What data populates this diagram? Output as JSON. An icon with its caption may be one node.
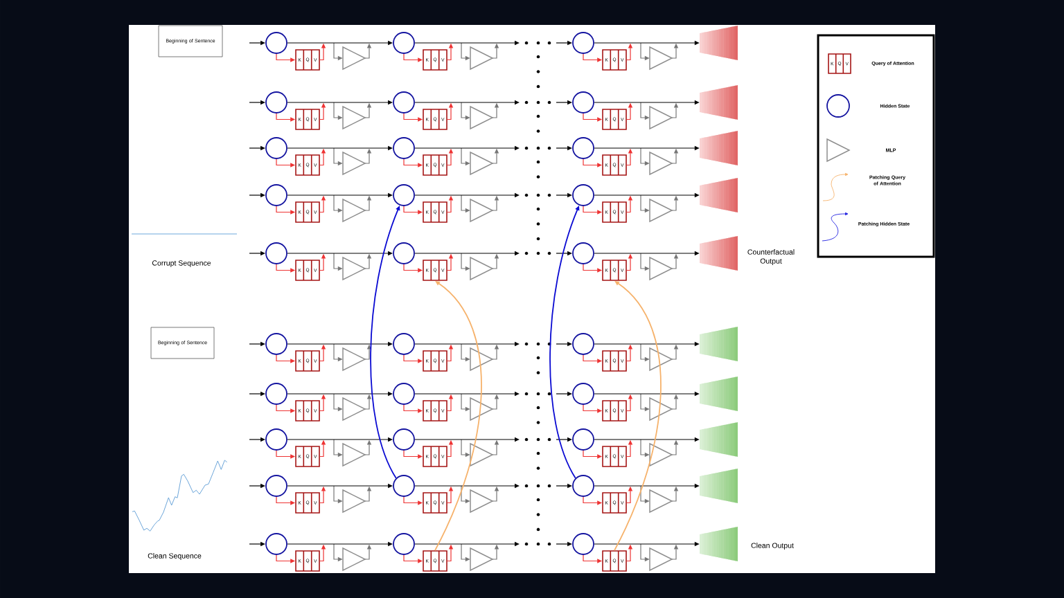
{
  "diagram": {
    "nodes": [
      {
        "text": [
          "Beginning of Sentence"
        ]
      },
      {
        "text": [],
        "shape": "circle"
      },
      {
        "text": [
          "K",
          "Q",
          "V"
        ]
      },
      {
        "text": [],
        "shape": "triangle"
      },
      {
        "text": [],
        "shape": "circle"
      },
      {
        "text": [
          "K",
          "Q",
          "V"
        ]
      },
      {
        "text": [],
        "shape": "triangle"
      },
      {
        "text": [],
        "shape": "circle"
      },
      {
        "text": [
          "K",
          "Q",
          "V"
        ]
      },
      {
        "text": [],
        "shape": "triangle"
      },
      {
        "text": [],
        "shape": "trapezoid"
      },
      {
        "text": [],
        "shape": "circle"
      },
      {
        "text": [
          "K",
          "Q",
          "V"
        ]
      },
      {
        "text": [],
        "shape": "triangle"
      },
      {
        "text": [],
        "shape": "circle"
      },
      {
        "text": [
          "K",
          "Q",
          "V"
        ]
      },
      {
        "text": [],
        "shape": "triangle"
      },
      {
        "text": [],
        "shape": "circle"
      },
      {
        "text": [
          "K",
          "Q",
          "V"
        ]
      },
      {
        "text": [],
        "shape": "triangle"
      },
      {
        "text": [],
        "shape": "trapezoid"
      },
      {
        "text": [],
        "shape": "circle"
      },
      {
        "text": [
          "K",
          "Q",
          "V"
        ]
      },
      {
        "text": [],
        "shape": "triangle"
      },
      {
        "text": [],
        "shape": "circle"
      },
      {
        "text": [
          "K",
          "Q",
          "V"
        ]
      },
      {
        "text": [],
        "shape": "triangle"
      },
      {
        "text": [],
        "shape": "circle"
      },
      {
        "text": [
          "K",
          "Q",
          "V"
        ]
      },
      {
        "text": [],
        "shape": "triangle"
      },
      {
        "text": [],
        "shape": "trapezoid"
      },
      {
        "text": [],
        "shape": "circle"
      },
      {
        "text": [
          "K",
          "Q",
          "V"
        ]
      },
      {
        "text": [],
        "shape": "triangle"
      },
      {
        "text": [],
        "shape": "circle"
      },
      {
        "text": [
          "K",
          "Q",
          "V"
        ]
      },
      {
        "text": [],
        "shape": "triangle"
      },
      {
        "text": [],
        "shape": "circle"
      },
      {
        "text": [
          "K",
          "Q",
          "V"
        ]
      },
      {
        "text": [],
        "shape": "triangle"
      },
      {
        "text": [],
        "shape": "trapezoid"
      },
      {
        "text": [],
        "shape": "circle"
      },
      {
        "text": [
          "K",
          "Q",
          "V"
        ]
      },
      {
        "text": [],
        "shape": "triangle"
      },
      {
        "text": [],
        "shape": "circle"
      },
      {
        "text": [
          "K",
          "Q",
          "V"
        ]
      },
      {
        "text": [],
        "shape": "triangle"
      },
      {
        "text": [],
        "shape": "circle"
      },
      {
        "text": [
          "K",
          "Q",
          "V"
        ]
      },
      {
        "text": [],
        "shape": "triangle"
      },
      {
        "text": [],
        "shape": "trapezoid"
      },
      {
        "text": [
          "Beginning of Sentence"
        ]
      },
      {
        "text": [],
        "shape": "circle"
      },
      {
        "text": [
          "K",
          "Q",
          "V"
        ]
      },
      {
        "text": [],
        "shape": "triangle"
      },
      {
        "text": [],
        "shape": "circle"
      },
      {
        "text": [
          "K",
          "Q",
          "V"
        ]
      },
      {
        "text": [],
        "shape": "triangle"
      },
      {
        "text": [],
        "shape": "circle"
      },
      {
        "text": [
          "K",
          "Q",
          "V"
        ]
      },
      {
        "text": [],
        "shape": "triangle"
      },
      {
        "text": [],
        "shape": "trapezoid"
      },
      {
        "text": [],
        "shape": "circle"
      },
      {
        "text": [
          "K",
          "Q",
          "V"
        ]
      },
      {
        "text": [],
        "shape": "triangle"
      },
      {
        "text": [],
        "shape": "circle"
      },
      {
        "text": [
          "K",
          "Q",
          "V"
        ]
      },
      {
        "text": [],
        "shape": "triangle"
      },
      {
        "text": [],
        "shape": "circle"
      },
      {
        "text": [
          "K",
          "Q",
          "V"
        ]
      },
      {
        "text": [],
        "shape": "triangle"
      },
      {
        "text": [],
        "shape": "trapezoid"
      },
      {
        "text": [],
        "shape": "circle"
      },
      {
        "text": [
          "K",
          "Q",
          "V"
        ]
      },
      {
        "text": [],
        "shape": "triangle"
      },
      {
        "text": [],
        "shape": "circle"
      },
      {
        "text": [
          "K",
          "Q",
          "V"
        ]
      },
      {
        "text": [],
        "shape": "triangle"
      },
      {
        "text": [],
        "shape": "circle"
      },
      {
        "text": [
          "K",
          "Q",
          "V"
        ]
      },
      {
        "text": [],
        "shape": "triangle"
      },
      {
        "text": [],
        "shape": "trapezoid"
      },
      {
        "text": [],
        "shape": "circle"
      },
      {
        "text": [
          "K",
          "Q",
          "V"
        ]
      },
      {
        "text": [],
        "shape": "triangle"
      },
      {
        "text": [],
        "shape": "circle"
      },
      {
        "text": [
          "K",
          "Q",
          "V"
        ]
      },
      {
        "text": [],
        "shape": "triangle"
      },
      {
        "text": [],
        "shape": "circle"
      },
      {
        "text": [
          "K",
          "Q",
          "V"
        ]
      },
      {
        "text": [],
        "shape": "triangle"
      },
      {
        "text": [],
        "shape": "trapezoid"
      },
      {
        "text": [],
        "shape": "circle"
      },
      {
        "text": [
          "K",
          "Q",
          "V"
        ]
      },
      {
        "text": [],
        "shape": "triangle"
      },
      {
        "text": [],
        "shape": "circle"
      },
      {
        "text": [
          "K",
          "Q",
          "V"
        ]
      },
      {
        "text": [],
        "shape": "triangle"
      },
      {
        "text": [],
        "shape": "circle"
      },
      {
        "text": [
          "K",
          "Q",
          "V"
        ]
      },
      {
        "text": [],
        "shape": "triangle"
      },
      {
        "text": [],
        "shape": "trapezoid"
      }
    ],
    "edges": [
      {
        "from": null,
        "to": 1,
        "arrow": "to",
        "color": "#000000"
      },
      {
        "from": 1,
        "to": 2,
        "arrow": "to",
        "color": "#ee3333"
      },
      {
        "from": 2,
        "to": null,
        "arrow": "to",
        "color": "#ee3333"
      },
      {
        "from": null,
        "to": 3,
        "arrow": "to",
        "color": "#777777"
      },
      {
        "from": 3,
        "to": null,
        "arrow": "to",
        "color": "#777777"
      },
      {
        "from": 1,
        "to": 4,
        "arrow": "to",
        "color": "#000000"
      },
      {
        "from": 4,
        "to": 5,
        "arrow": "to",
        "color": "#ee3333"
      },
      {
        "from": 5,
        "to": null,
        "arrow": "to",
        "color": "#ee3333"
      },
      {
        "from": null,
        "to": 6,
        "arrow": "to",
        "color": "#777777"
      },
      {
        "from": 6,
        "to": null,
        "arrow": "to",
        "color": "#777777"
      },
      {
        "from": 4,
        "to": null,
        "arrow": "to",
        "color": "#000000"
      },
      {
        "from": null,
        "to": 7,
        "arrow": "to",
        "color": "#000000"
      },
      {
        "from": 7,
        "to": 8,
        "arrow": "to",
        "color": "#ee3333"
      },
      {
        "from": 8,
        "to": null,
        "arrow": "to",
        "color": "#ee3333"
      },
      {
        "from": null,
        "to": 9,
        "arrow": "to",
        "color": "#777777"
      },
      {
        "from": 9,
        "to": null,
        "arrow": "to",
        "color": "#777777"
      },
      {
        "from": 7,
        "to": 10,
        "arrow": "to",
        "color": "#000000"
      },
      {
        "from": null,
        "to": 11,
        "arrow": "to",
        "color": "#000000"
      },
      {
        "from": 11,
        "to": 12,
        "arrow": "to",
        "color": "#ee3333"
      },
      {
        "from": 12,
        "to": null,
        "arrow": "to",
        "color": "#ee3333"
      },
      {
        "from": null,
        "to": 13,
        "arrow": "to",
        "color": "#777777"
      },
      {
        "from": 13,
        "to": null,
        "arrow": "to",
        "color": "#777777"
      },
      {
        "from": 11,
        "to": 14,
        "arrow": "to",
        "color": "#000000"
      },
      {
        "from": 14,
        "to": 15,
        "arrow": "to",
        "color": "#ee3333"
      },
      {
        "from": 15,
        "to": null,
        "arrow": "to",
        "color": "#ee3333"
      },
      {
        "from": null,
        "to": 16,
        "arrow": "to",
        "color": "#777777"
      },
      {
        "from": 16,
        "to": null,
        "arrow": "to",
        "color": "#777777"
      },
      {
        "from": 14,
        "to": null,
        "arrow": "to",
        "color": "#000000"
      },
      {
        "from": null,
        "to": 17,
        "arrow": "to",
        "color": "#000000"
      },
      {
        "from": 17,
        "to": 18,
        "arrow": "to",
        "color": "#ee3333"
      },
      {
        "from": 18,
        "to": null,
        "arrow": "to",
        "color": "#ee3333"
      },
      {
        "from": null,
        "to": 19,
        "arrow": "to",
        "color": "#777777"
      },
      {
        "from": 19,
        "to": null,
        "arrow": "to",
        "color": "#777777"
      },
      {
        "from": 17,
        "to": 20,
        "arrow": "to",
        "color": "#000000"
      },
      {
        "from": null,
        "to": 21,
        "arrow": "to",
        "color": "#000000"
      },
      {
        "from": 21,
        "to": 22,
        "arrow": "to",
        "color": "#ee3333"
      },
      {
        "from": 22,
        "to": null,
        "arrow": "to",
        "color": "#ee3333"
      },
      {
        "from": null,
        "to": 23,
        "arrow": "to",
        "color": "#777777"
      },
      {
        "from": 23,
        "to": null,
        "arrow": "to",
        "color": "#777777"
      },
      {
        "from": 21,
        "to": 24,
        "arrow": "to",
        "color": "#000000"
      },
      {
        "from": 24,
        "to": 25,
        "arrow": "to",
        "color": "#ee3333"
      },
      {
        "from": 25,
        "to": null,
        "arrow": "to",
        "color": "#ee3333"
      },
      {
        "from": null,
        "to": 26,
        "arrow": "to",
        "color": "#777777"
      },
      {
        "from": 26,
        "to": null,
        "arrow": "to",
        "color": "#777777"
      },
      {
        "from": 24,
        "to": null,
        "arrow": "to",
        "color": "#000000"
      },
      {
        "from": null,
        "to": 27,
        "arrow": "to",
        "color": "#000000"
      },
      {
        "from": 27,
        "to": 28,
        "arrow": "to",
        "color": "#ee3333"
      },
      {
        "from": 28,
        "to": null,
        "arrow": "to",
        "color": "#ee3333"
      },
      {
        "from": null,
        "to": 29,
        "arrow": "to",
        "color": "#777777"
      },
      {
        "from": 29,
        "to": null,
        "arrow": "to",
        "color": "#777777"
      },
      {
        "from": 27,
        "to": 30,
        "arrow": "to",
        "color": "#000000"
      },
      {
        "from": null,
        "to": 31,
        "arrow": "to",
        "color": "#000000"
      },
      {
        "from": 31,
        "to": 32,
        "arrow": "to",
        "color": "#ee3333"
      },
      {
        "from": 32,
        "to": null,
        "arrow": "to",
        "color": "#ee3333"
      },
      {
        "from": null,
        "to": 33,
        "arrow": "to",
        "color": "#777777"
      },
      {
        "from": 33,
        "to": null,
        "arrow": "to",
        "color": "#777777"
      },
      {
        "from": 31,
        "to": 34,
        "arrow": "to",
        "color": "#000000"
      },
      {
        "from": 34,
        "to": 35,
        "arrow": "to",
        "color": "#ee3333"
      },
      {
        "from": 35,
        "to": null,
        "arrow": "to",
        "color": "#ee3333"
      },
      {
        "from": null,
        "to": 36,
        "arrow": "to",
        "color": "#777777"
      },
      {
        "from": 36,
        "to": null,
        "arrow": "to",
        "color": "#777777"
      },
      {
        "from": 34,
        "to": null,
        "arrow": "to",
        "color": "#000000"
      },
      {
        "from": null,
        "to": 37,
        "arrow": "to",
        "color": "#000000"
      },
      {
        "from": 37,
        "to": 38,
        "arrow": "to",
        "color": "#ee3333"
      },
      {
        "from": 38,
        "to": null,
        "arrow": "to",
        "color": "#ee3333"
      },
      {
        "from": null,
        "to": 39,
        "arrow": "to",
        "color": "#777777"
      },
      {
        "from": 39,
        "to": null,
        "arrow": "to",
        "color": "#777777"
      },
      {
        "from": 37,
        "to": 40,
        "arrow": "to",
        "color": "#000000"
      },
      {
        "from": null,
        "to": 41,
        "arrow": "to",
        "color": "#000000"
      },
      {
        "from": 41,
        "to": 42,
        "arrow": "to",
        "color": "#ee3333"
      },
      {
        "from": 42,
        "to": null,
        "arrow": "to",
        "color": "#ee3333"
      },
      {
        "from": null,
        "to": 43,
        "arrow": "to",
        "color": "#777777"
      },
      {
        "from": 43,
        "to": null,
        "arrow": "to",
        "color": "#777777"
      },
      {
        "from": 41,
        "to": 44,
        "arrow": "to",
        "color": "#000000"
      },
      {
        "from": 44,
        "to": 45,
        "arrow": "to",
        "color": "#ee3333"
      },
      {
        "from": 45,
        "to": null,
        "arrow": "to",
        "color": "#ee3333"
      },
      {
        "from": null,
        "to": 46,
        "arrow": "to",
        "color": "#777777"
      },
      {
        "from": 46,
        "to": null,
        "arrow": "to",
        "color": "#777777"
      },
      {
        "from": 44,
        "to": null,
        "arrow": "to",
        "color": "#000000"
      },
      {
        "from": null,
        "to": 47,
        "arrow": "to",
        "color": "#000000"
      },
      {
        "from": 47,
        "to": 48,
        "arrow": "to",
        "color": "#ee3333"
      },
      {
        "from": 48,
        "to": null,
        "arrow": "to",
        "color": "#ee3333"
      },
      {
        "from": null,
        "to": 49,
        "arrow": "to",
        "color": "#777777"
      },
      {
        "from": 49,
        "to": null,
        "arrow": "to",
        "color": "#777777"
      },
      {
        "from": 47,
        "to": 50,
        "arrow": "to",
        "color": "#000000"
      },
      {
        "from": null,
        "to": 52,
        "arrow": "to",
        "color": "#000000"
      },
      {
        "from": 52,
        "to": 53,
        "arrow": "to",
        "color": "#ee3333"
      },
      {
        "from": 53,
        "to": null,
        "arrow": "to",
        "color": "#ee3333"
      },
      {
        "from": null,
        "to": 54,
        "arrow": "to",
        "color": "#777777"
      },
      {
        "from": 54,
        "to": null,
        "arrow": "to",
        "color": "#777777"
      },
      {
        "from": 52,
        "to": 55,
        "arrow": "to",
        "color": "#000000"
      },
      {
        "from": 55,
        "to": 56,
        "arrow": "to",
        "color": "#ee3333"
      },
      {
        "from": 56,
        "to": null,
        "arrow": "to",
        "color": "#ee3333"
      },
      {
        "from": null,
        "to": 57,
        "arrow": "to",
        "color": "#777777"
      },
      {
        "from": 57,
        "to": null,
        "arrow": "to",
        "color": "#777777"
      },
      {
        "from": 55,
        "to": null,
        "arrow": "to",
        "color": "#000000"
      },
      {
        "from": null,
        "to": 58,
        "arrow": "to",
        "color": "#000000"
      },
      {
        "from": 58,
        "to": 59,
        "arrow": "to",
        "color": "#ee3333"
      },
      {
        "from": 59,
        "to": null,
        "arrow": "to",
        "color": "#ee3333"
      },
      {
        "from": null,
        "to": 60,
        "arrow": "to",
        "color": "#777777"
      },
      {
        "from": 60,
        "to": null,
        "arrow": "to",
        "color": "#777777"
      },
      {
        "from": 58,
        "to": 61,
        "arrow": "to",
        "color": "#000000"
      },
      {
        "from": null,
        "to": 62,
        "arrow": "to",
        "color": "#000000"
      },
      {
        "from": 62,
        "to": 63,
        "arrow": "to",
        "color": "#ee3333"
      },
      {
        "from": 63,
        "to": null,
        "arrow": "to",
        "color": "#ee3333"
      },
      {
        "from": null,
        "to": 64,
        "arrow": "to",
        "color": "#777777"
      },
      {
        "from": 64,
        "to": null,
        "arrow": "to",
        "color": "#777777"
      },
      {
        "from": 62,
        "to": 65,
        "arrow": "to",
        "color": "#000000"
      },
      {
        "from": 65,
        "to": 66,
        "arrow": "to",
        "color": "#ee3333"
      },
      {
        "from": 66,
        "to": null,
        "arrow": "to",
        "color": "#ee3333"
      },
      {
        "from": null,
        "to": 67,
        "arrow": "to",
        "color": "#777777"
      },
      {
        "from": 67,
        "to": null,
        "arrow": "to",
        "color": "#777777"
      },
      {
        "from": 65,
        "to": null,
        "arrow": "to",
        "color": "#000000"
      },
      {
        "from": null,
        "to": 68,
        "arrow": "to",
        "color": "#000000"
      },
      {
        "from": 68,
        "to": 69,
        "arrow": "to",
        "color": "#ee3333"
      },
      {
        "from": 69,
        "to": null,
        "arrow": "to",
        "color": "#ee3333"
      },
      {
        "from": null,
        "to": 70,
        "arrow": "to",
        "color": "#777777"
      },
      {
        "from": 70,
        "to": null,
        "arrow": "to",
        "color": "#777777"
      },
      {
        "from": 68,
        "to": 71,
        "arrow": "to",
        "color": "#000000"
      },
      {
        "from": null,
        "to": 72,
        "arrow": "to",
        "color": "#000000"
      },
      {
        "from": 72,
        "to": 73,
        "arrow": "to",
        "color": "#ee3333"
      },
      {
        "from": 73,
        "to": null,
        "arrow": "to",
        "color": "#ee3333"
      },
      {
        "from": null,
        "to": 74,
        "arrow": "to",
        "color": "#777777"
      },
      {
        "from": 74,
        "to": null,
        "arrow": "to",
        "color": "#777777"
      },
      {
        "from": 72,
        "to": 75,
        "arrow": "to",
        "color": "#000000"
      },
      {
        "from": 75,
        "to": 76,
        "arrow": "to",
        "color": "#ee3333"
      },
      {
        "from": 76,
        "to": null,
        "arrow": "to",
        "color": "#ee3333"
      },
      {
        "from": null,
        "to": 77,
        "arrow": "to",
        "color": "#777777"
      },
      {
        "from": 77,
        "to": null,
        "arrow": "to",
        "color": "#777777"
      },
      {
        "from": 75,
        "to": null,
        "arrow": "to",
        "color": "#000000"
      },
      {
        "from": null,
        "to": 78,
        "arrow": "to",
        "color": "#000000"
      },
      {
        "from": 78,
        "to": 79,
        "arrow": "to",
        "color": "#ee3333"
      },
      {
        "from": 79,
        "to": null,
        "arrow": "to",
        "color": "#ee3333"
      },
      {
        "from": null,
        "to": 80,
        "arrow": "to",
        "color": "#777777"
      },
      {
        "from": 80,
        "to": null,
        "arrow": "to",
        "color": "#777777"
      },
      {
        "from": 78,
        "to": 81,
        "arrow": "to",
        "color": "#000000"
      },
      {
        "from": null,
        "to": 82,
        "arrow": "to",
        "color": "#000000"
      },
      {
        "from": 82,
        "to": 83,
        "arrow": "to",
        "color": "#ee3333"
      },
      {
        "from": 83,
        "to": null,
        "arrow": "to",
        "color": "#ee3333"
      },
      {
        "from": null,
        "to": 84,
        "arrow": "to",
        "color": "#777777"
      },
      {
        "from": 84,
        "to": null,
        "arrow": "to",
        "color": "#777777"
      },
      {
        "from": 82,
        "to": 85,
        "arrow": "to",
        "color": "#000000"
      },
      {
        "from": 85,
        "to": 86,
        "arrow": "to",
        "color": "#ee3333"
      },
      {
        "from": 86,
        "to": null,
        "arrow": "to",
        "color": "#ee3333"
      },
      {
        "from": null,
        "to": 87,
        "arrow": "to",
        "color": "#777777"
      },
      {
        "from": 87,
        "to": null,
        "arrow": "to",
        "color": "#777777"
      },
      {
        "from": 85,
        "to": null,
        "arrow": "to",
        "color": "#000000"
      },
      {
        "from": null,
        "to": 88,
        "arrow": "to",
        "color": "#000000"
      },
      {
        "from": 88,
        "to": 89,
        "arrow": "to",
        "color": "#ee3333"
      },
      {
        "from": 89,
        "to": null,
        "arrow": "to",
        "color": "#ee3333"
      },
      {
        "from": null,
        "to": 90,
        "arrow": "to",
        "color": "#777777"
      },
      {
        "from": 90,
        "to": null,
        "arrow": "to",
        "color": "#777777"
      },
      {
        "from": 88,
        "to": 91,
        "arrow": "to",
        "color": "#000000"
      },
      {
        "from": null,
        "to": 92,
        "arrow": "to",
        "color": "#000000"
      },
      {
        "from": 92,
        "to": 93,
        "arrow": "to",
        "color": "#ee3333"
      },
      {
        "from": 93,
        "to": null,
        "arrow": "to",
        "color": "#ee3333"
      },
      {
        "from": null,
        "to": 94,
        "arrow": "to",
        "color": "#777777"
      },
      {
        "from": 94,
        "to": null,
        "arrow": "to",
        "color": "#777777"
      },
      {
        "from": 92,
        "to": 95,
        "arrow": "to",
        "color": "#000000"
      },
      {
        "from": 95,
        "to": 96,
        "arrow": "to",
        "color": "#ee3333"
      },
      {
        "from": 96,
        "to": null,
        "arrow": "to",
        "color": "#ee3333"
      },
      {
        "from": null,
        "to": 97,
        "arrow": "to",
        "color": "#777777"
      },
      {
        "from": 97,
        "to": null,
        "arrow": "to",
        "color": "#777777"
      },
      {
        "from": 95,
        "to": null,
        "arrow": "to",
        "color": "#000000"
      },
      {
        "from": null,
        "to": 98,
        "arrow": "to",
        "color": "#000000"
      },
      {
        "from": 98,
        "to": 99,
        "arrow": "to",
        "color": "#ee3333"
      },
      {
        "from": 99,
        "to": null,
        "arrow": "to",
        "color": "#ee3333"
      },
      {
        "from": null,
        "to": 100,
        "arrow": "to",
        "color": "#777777"
      },
      {
        "from": 100,
        "to": null,
        "arrow": "to",
        "color": "#777777"
      },
      {
        "from": 98,
        "to": 101,
        "arrow": "to",
        "color": "#000000"
      },
      {
        "from": 85,
        "to": 34,
        "arrow": "to",
        "color": "#0a0ad2"
      },
      {
        "from": 96,
        "to": 45,
        "arrow": "to",
        "color": "#f6b26b"
      },
      {
        "from": 88,
        "to": 37,
        "arrow": "to",
        "color": "#0a0ad2"
      },
      {
        "from": 99,
        "to": 48,
        "arrow": "to",
        "color": "#f6b26b"
      }
    ],
    "labels": [
      "Corrupt Sequence",
      "Counterfactual Output",
      "Clean Sequence",
      "Clean Output",
      "K",
      "Q",
      "V"
    ],
    "legend": [
      {
        "text": "Query of Attention"
      },
      {
        "text": "Hidden State"
      },
      {
        "text": "MLP"
      },
      {
        "text": "Patching Query of Attention"
      },
      {
        "text": "Patching Hidden State"
      }
    ]
  }
}
